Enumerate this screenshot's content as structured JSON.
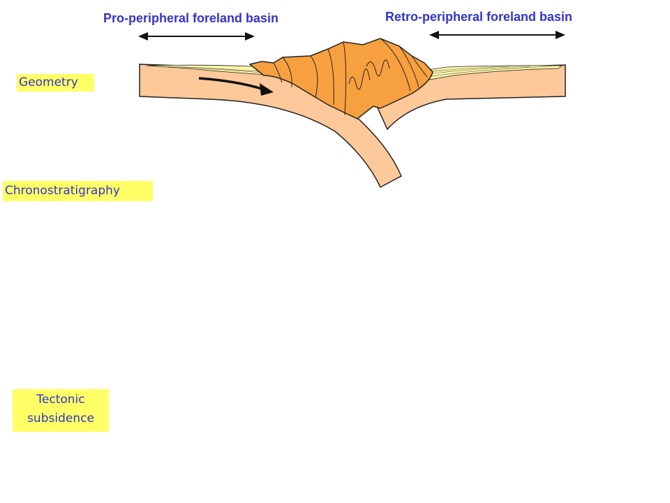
{
  "headings": {
    "pro": "Pro-peripheral foreland basin",
    "retro": "Retro-peripheral foreland basin"
  },
  "labels": {
    "geometry": "Geometry",
    "chrono": "Chronostratigraphy",
    "tectonic_line1": "Tectonic",
    "tectonic_line2": "subsidence"
  },
  "colors": {
    "heading": "#3333cc",
    "label_bg": "#ffff66",
    "lithosphere": "#fdc89a",
    "orogen": "#f7a040",
    "sediment": "#fff6a8"
  }
}
